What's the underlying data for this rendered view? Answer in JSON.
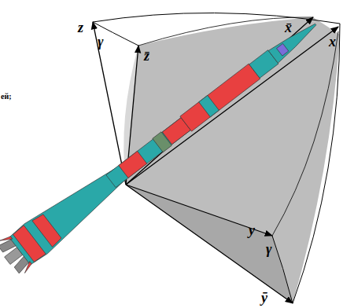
{
  "diagram": {
    "labels": [
      "ей;",
      "z",
      "γ",
      "z̄",
      "x̄",
      "x",
      "y",
      "γ",
      "ȳ"
    ]
  }
}
